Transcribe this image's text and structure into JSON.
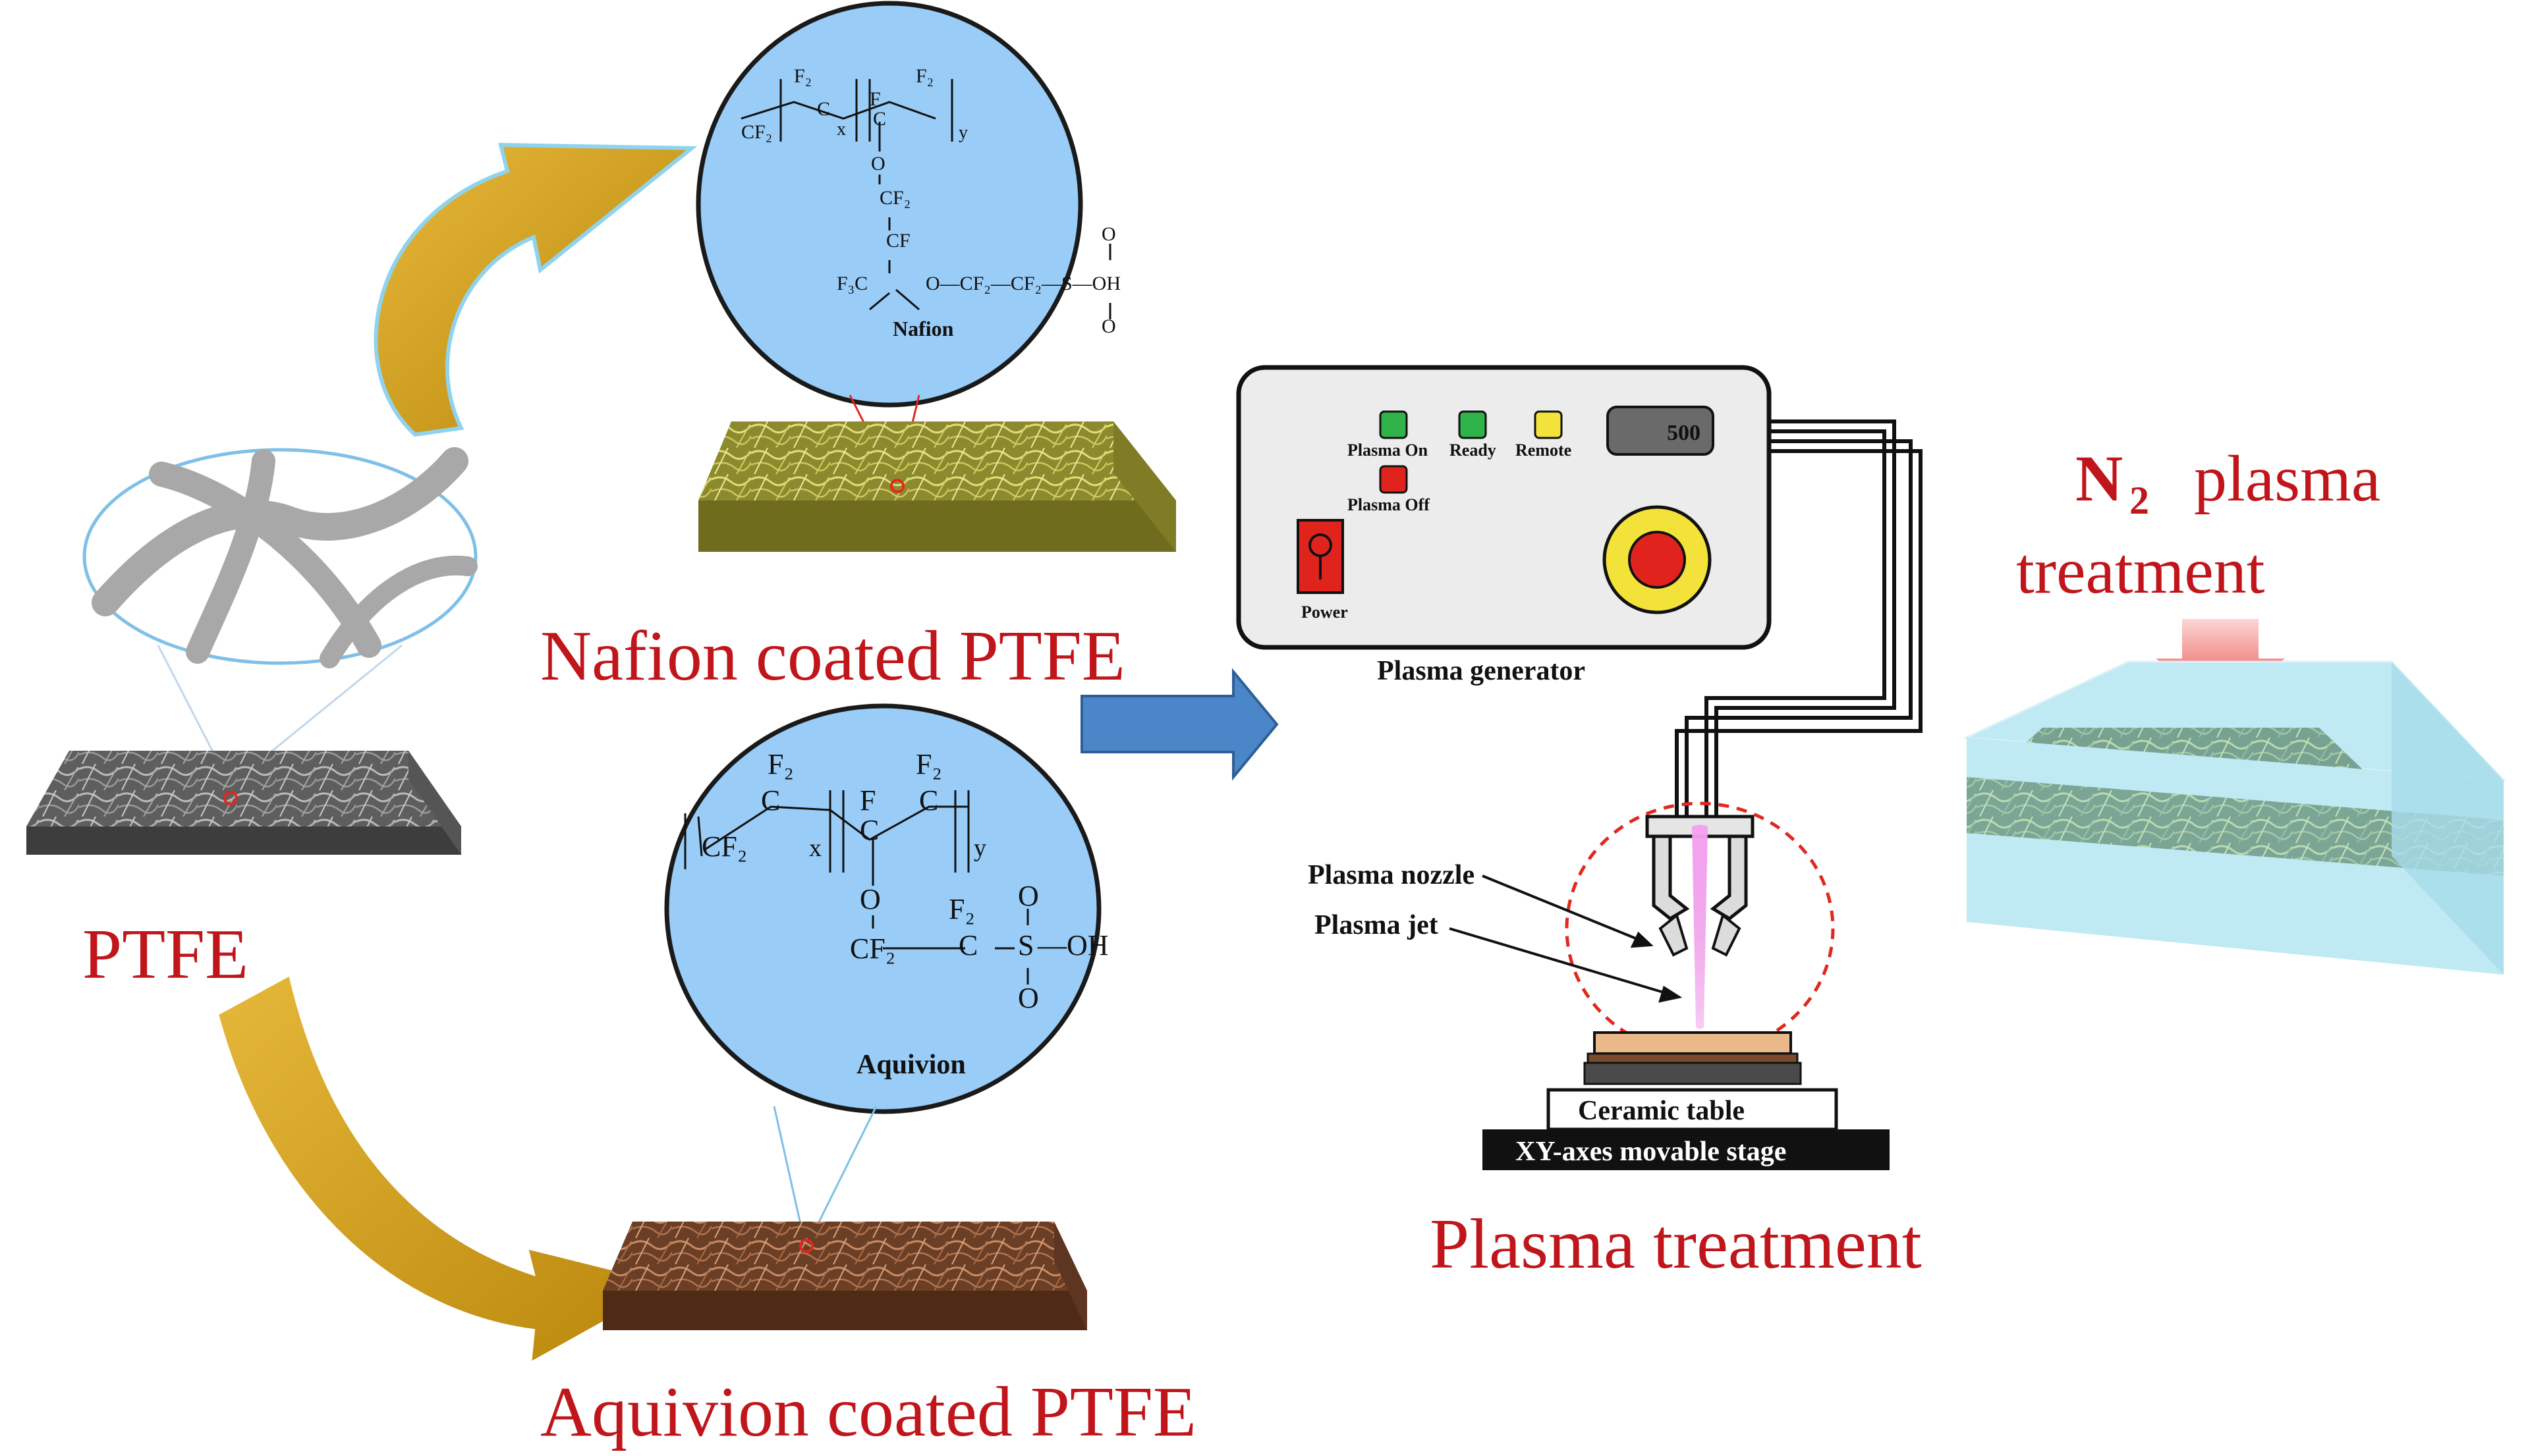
{
  "labels": {
    "ptfe": "PTFE",
    "nafion_coated": "Nafion coated PTFE",
    "aquivion_coated": "Aquivion coated PTFE",
    "plasma_treatment": "Plasma  treatment",
    "n2_main": "N",
    "n2_sub": "2",
    "n2_rest": "plasma",
    "n2_line2": "treatment"
  },
  "nafion_structure": {
    "name": "Nafion",
    "f2_a": "F₂",
    "f2_b": "F₂",
    "cf2_end": "CF₂",
    "x": "x",
    "y": "y",
    "c_a": "C",
    "f_a": "F",
    "c_b": "C",
    "o1": "O",
    "cf2_mid": "CF₂",
    "cf": "CF",
    "f3c": "F₃C",
    "chain": "O—CF₂—CF₂—S—OH",
    "o_up": "O",
    "o_down": "O"
  },
  "aquivion_structure": {
    "name": "Aquivion",
    "f2_a": "F₂",
    "f2_b": "F₂",
    "cf2_end": "CF₂",
    "x": "x",
    "y": "y",
    "c_a": "C",
    "f": "F",
    "c_b": "C",
    "c_c": "C",
    "o": "O",
    "cf2": "CF₂",
    "f2_c": "F₂",
    "c_d": "C",
    "s": "S",
    "oh": "—OH",
    "o_up": "O",
    "o_down": "O"
  },
  "generator": {
    "caption": "Plasma generator",
    "plasma_on": "Plasma On",
    "ready": "Ready",
    "remote": "Remote",
    "plasma_off": "Plasma Off",
    "power": "Power",
    "display_value": "500"
  },
  "apparatus": {
    "plasma_nozzle": "Plasma nozzle",
    "plasma_jet": "Plasma jet",
    "ceramic_table": "Ceramic table",
    "stage": "XY-axes movable stage"
  },
  "colors": {
    "label_red": "#c0161b",
    "bubble_blue": "#99ccf7",
    "arrow_gold": "#d4a21a",
    "arrow_blue": "#4a86c8",
    "led_green": "#2fb34a",
    "led_yellow": "#f3e23a",
    "led_red": "#e0241d",
    "plasma_pink": "#f07ee8",
    "coating_yellow": "#b5b04a",
    "coating_brown": "#8b5a3b",
    "ptfe_gray": "#6d6d6d",
    "treated_cyan": "#bfe9f3"
  }
}
